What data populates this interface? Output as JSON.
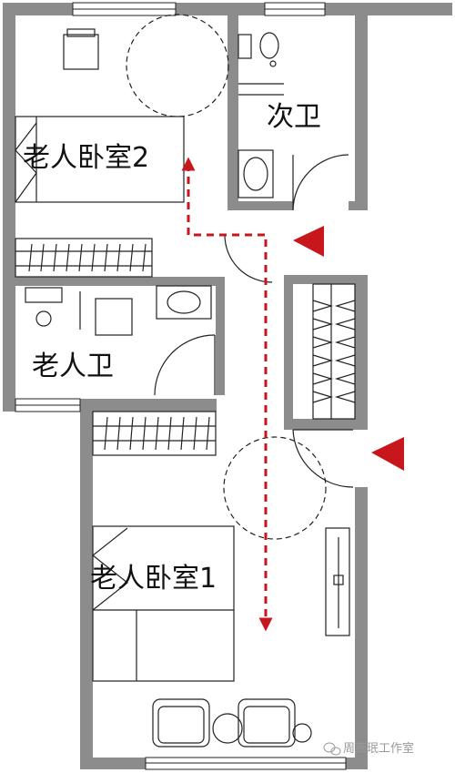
{
  "colors": {
    "wall": "#8c8c8c",
    "line": "#222222",
    "accent": "#c8161d",
    "watermark": "#9a9a9a"
  },
  "rooms": {
    "bedroom2": "老人卧室2",
    "second_bath": "次卫",
    "elder_bath": "老人卫",
    "bedroom1": "老人卧室1"
  },
  "watermark": {
    "icon": "wechat-icon",
    "text": "周燕珉工作室"
  },
  "route": {
    "color": "#c8161d",
    "style": "dashed",
    "arrow_up": "bedroom2",
    "arrow_down": "bedroom1"
  },
  "entry_markers": {
    "count": 2,
    "shape": "triangle-left",
    "color": "#c8161d"
  }
}
